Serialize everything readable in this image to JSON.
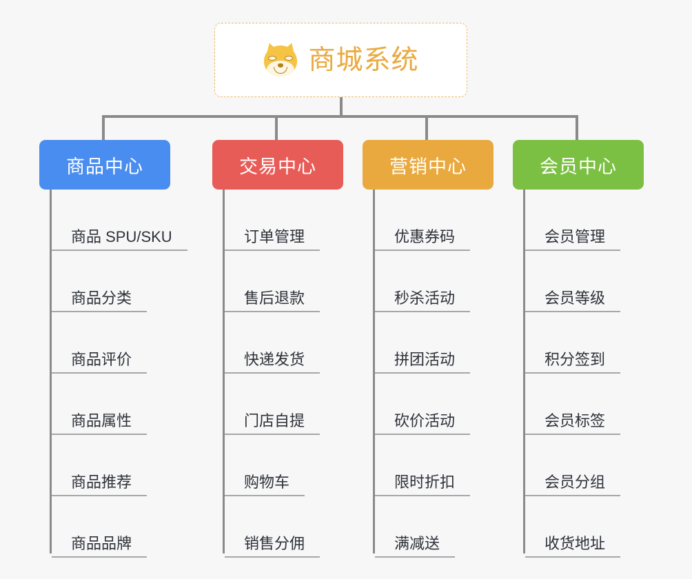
{
  "diagram": {
    "type": "org-tree",
    "background_color": "#f7f7f8",
    "root": {
      "title": "商城系统",
      "icon": "dog-face-icon",
      "text_color": "#e9a93e",
      "border_color": "#eab862",
      "background_color": "#ffffff"
    },
    "branches": [
      {
        "title": "商品中心",
        "color": "#4a8df0",
        "items": [
          "商品 SPU/SKU",
          "商品分类",
          "商品评价",
          "商品属性",
          "商品推荐",
          "商品品牌"
        ]
      },
      {
        "title": "交易中心",
        "color": "#e85c58",
        "items": [
          "订单管理",
          "售后退款",
          "快递发货",
          "门店自提",
          "购物车",
          "销售分佣"
        ]
      },
      {
        "title": "营销中心",
        "color": "#e9a93e",
        "items": [
          "优惠券码",
          "秒杀活动",
          "拼团活动",
          "砍价活动",
          "限时折扣",
          "满减送"
        ]
      },
      {
        "title": "会员中心",
        "color": "#7cc043",
        "items": [
          "会员管理",
          "会员等级",
          "积分签到",
          "会员标签",
          "会员分组",
          "收货地址"
        ]
      }
    ]
  }
}
